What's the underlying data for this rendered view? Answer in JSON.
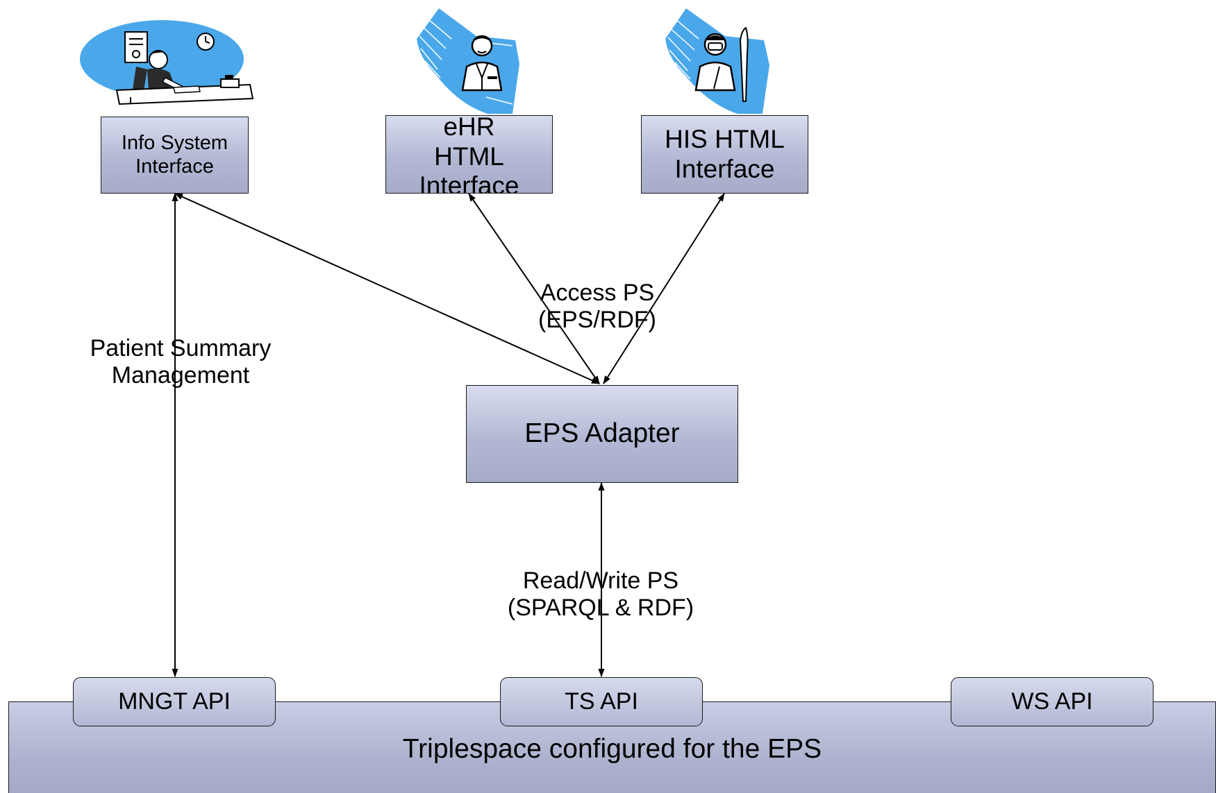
{
  "clients": [
    {
      "id": "info",
      "label": "Info System\nInterface",
      "icon": "office-worker-desk-icon"
    },
    {
      "id": "ehr",
      "label": "eHR\nHTML\nInterface",
      "icon": "doctor-icon"
    },
    {
      "id": "his",
      "label": "HIS HTML\nInterface",
      "icon": "surgeon-scalpel-icon"
    }
  ],
  "adapter": {
    "label": "EPS Adapter"
  },
  "platform": {
    "label": "Triplespace configured for the EPS",
    "apis": [
      {
        "id": "mngt",
        "label": "MNGT API"
      },
      {
        "id": "ts",
        "label": "TS API"
      },
      {
        "id": "ws",
        "label": "WS API"
      }
    ]
  },
  "connections": [
    {
      "from": "info",
      "to": "mngt",
      "label": "Patient Summary\nManagement"
    },
    {
      "from": "info",
      "to": "adapter",
      "label": ""
    },
    {
      "from": "ehr",
      "to": "adapter",
      "label": "Access PS\n(EPS/RDF)"
    },
    {
      "from": "his",
      "to": "adapter",
      "label": ""
    },
    {
      "from": "adapter",
      "to": "ts",
      "label": "Read/Write PS\n(SPARQL & RDF)"
    }
  ],
  "colors": {
    "box_fill": "#b3b9d4",
    "box_fill_light": "#d8dcef",
    "icon_blue": "#4aa8ea",
    "line": "#000000"
  }
}
